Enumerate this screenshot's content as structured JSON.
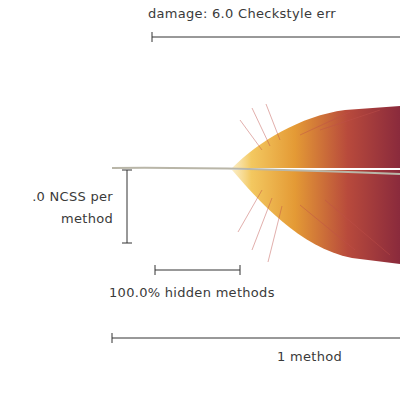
{
  "diagram": {
    "labels": [
      "damage: 6.0 Checkstyle err",
      ".0 NCSS per method",
      "100.0% hidden methods",
      "1 method"
    ]
  }
}
